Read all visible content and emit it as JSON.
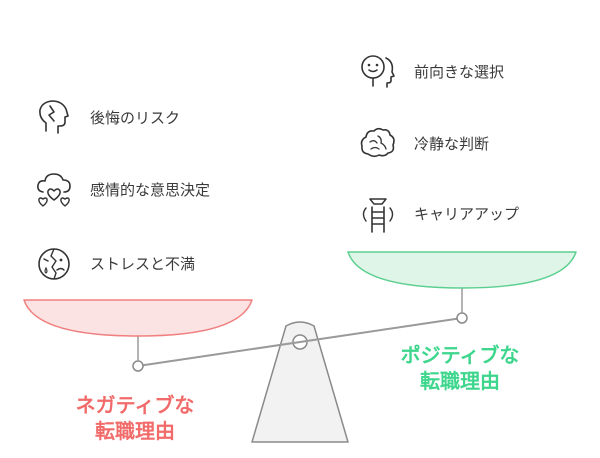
{
  "negative": {
    "title": "ネガティブな\n転職理由",
    "items": [
      {
        "icon": "regret-head-icon",
        "label": "後悔のリスク"
      },
      {
        "icon": "emotional-cloud-icon",
        "label": "感情的な意思決定"
      },
      {
        "icon": "stress-face-icon",
        "label": "ストレスと不満"
      }
    ]
  },
  "positive": {
    "title": "ポジティブな\n転職理由",
    "items": [
      {
        "icon": "thinking-head-icon",
        "label": "前向きな選択"
      },
      {
        "icon": "brain-icon",
        "label": "冷静な判断"
      },
      {
        "icon": "career-ladder-icon",
        "label": "キャリアアップ"
      }
    ]
  },
  "colors": {
    "negative_pan_fill": "#fce3e3",
    "negative_pan_stroke": "#f08080",
    "positive_pan_fill": "#dff5e8",
    "positive_pan_stroke": "#5ccf8f",
    "negative_title": "#f26b6b",
    "positive_title": "#3dd68c",
    "beam": "#9a9a9a",
    "stand_fill": "#f2f2f2"
  }
}
